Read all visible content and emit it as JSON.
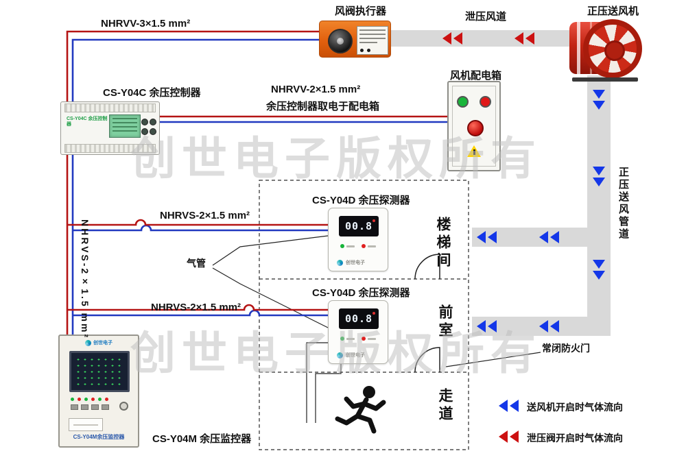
{
  "colors": {
    "wire_red": "#b51414",
    "wire_blue": "#2139c0",
    "duct": "#d9d9d9",
    "arrow_blue": "#1437e8",
    "arrow_red": "#cc1111",
    "lamp_green": "#19b53a",
    "lamp_red": "#e01818",
    "watermark": "#bdbdbd"
  },
  "labels": {
    "actuator": "风阀执行器",
    "relief_duct": "泄压风道",
    "supply_fan": "正压送风机",
    "supply_duct": "正压送风管道",
    "power_box": "风机配电箱",
    "controller_title": "CS-Y04C 余压控制器",
    "detector_title_1": "CS-Y04D 余压探测器",
    "detector_title_2": "CS-Y04D 余压探测器",
    "monitor_title": "CS-Y04M 余压监控器",
    "cable_actuator": "NHRVV-3×1.5 mm²",
    "cable_power": "NHRVV-2×1.5 mm²",
    "cable_power_note": "余压控制器取电于配电箱",
    "cable_detector1": "NHRVS-2×1.5 mm²",
    "cable_detector2": "NHRVS-2×1.5 mm²",
    "cable_riser": "NHRVS-2×1.5 mm²",
    "room_stairwell": "楼梯间",
    "room_front": "前室",
    "room_corridor": "走道",
    "air_tube": "气管",
    "fire_door": "常闭防火门"
  },
  "legend": {
    "supply_flow": "送风机开启时气体流向",
    "relief_flow": "泄压阀开启时气体流向"
  },
  "watermark": {
    "text": "创世电子版权所有"
  },
  "devices": {
    "controller": {
      "label": "CS-Y04C 余压控制器"
    },
    "detector1": {
      "display": "00.8",
      "brand": "创世电子"
    },
    "detector2": {
      "display": "00.8",
      "brand": "创世电子"
    },
    "monitor": {
      "label": "CS-Y04M余压监控器",
      "brand": "创世电子"
    }
  }
}
